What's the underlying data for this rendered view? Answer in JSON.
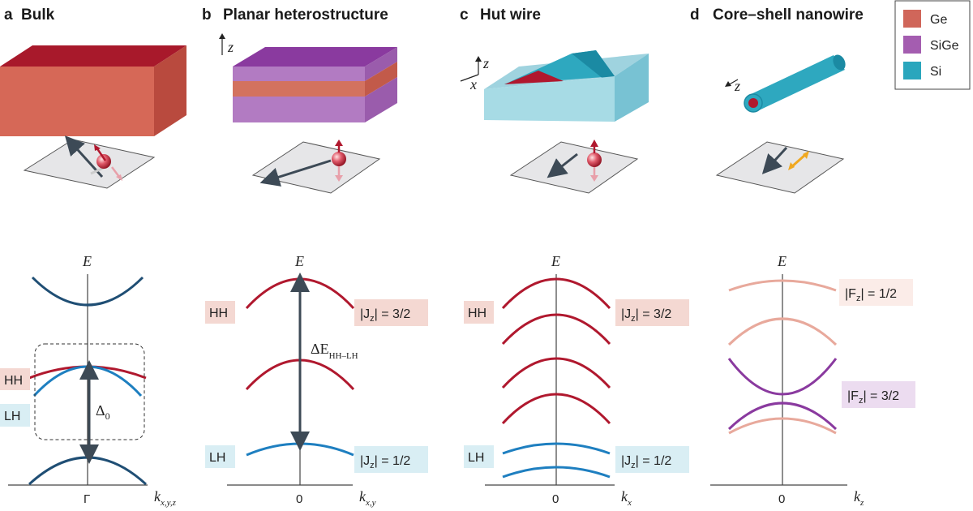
{
  "panels": [
    {
      "letter": "a",
      "title": "Bulk"
    },
    {
      "letter": "b",
      "title": "Planar heterostructure"
    },
    {
      "letter": "c",
      "title": "Hut wire"
    },
    {
      "letter": "d",
      "title": "Core–shell nanowire"
    }
  ],
  "legend": [
    {
      "name": "Ge",
      "color": "#d0665a"
    },
    {
      "name": "SiGe",
      "color": "#a45db0"
    },
    {
      "name": "Si",
      "color": "#2aa6bd"
    }
  ],
  "colors": {
    "hh": "#b0182e",
    "lh": "#1e7fc0",
    "dark": "#1f4e74",
    "pink": "#e8a99c",
    "purple": "#8a3a9f"
  },
  "axes": {
    "a": {
      "y": "E",
      "x": "k",
      "x_sub": "x,y,z",
      "tick": "Γ"
    },
    "b": {
      "y": "E",
      "x": "k",
      "x_sub": "x,y",
      "tick": "0"
    },
    "c": {
      "y": "E",
      "x": "k",
      "x_sub": "x",
      "tick": "0"
    },
    "d": {
      "y": "E",
      "x": "k",
      "x_sub": "z",
      "tick": "0"
    }
  },
  "structure_axes": {
    "b": [
      "z"
    ],
    "c": [
      "z",
      "x"
    ],
    "d": [
      "z"
    ]
  },
  "labels": {
    "a": {
      "hh": "HH",
      "lh": "LH",
      "gap": "Δ",
      "gap_sub": "0"
    },
    "b": {
      "hh": "HH",
      "lh": "LH",
      "hh_j": "|J",
      "hh_j_sub": "z",
      "hh_j_val": "| = 3/2",
      "lh_j": "|J",
      "lh_j_sub": "z",
      "lh_j_val": "| = 1/2",
      "gap": "ΔE",
      "gap_sub": "HH–LH"
    },
    "c": {
      "hh": "HH",
      "lh": "LH",
      "hh_j": "|J",
      "hh_j_sub": "z",
      "hh_j_val": "| = 3/2",
      "lh_j": "|J",
      "lh_j_sub": "z",
      "lh_j_val": "| = 1/2"
    },
    "d": {
      "f1": "|F",
      "f1_sub": "z",
      "f1_val": "| = 1/2",
      "f3": "|F",
      "f3_sub": "z",
      "f3_val": "| = 3/2"
    }
  }
}
